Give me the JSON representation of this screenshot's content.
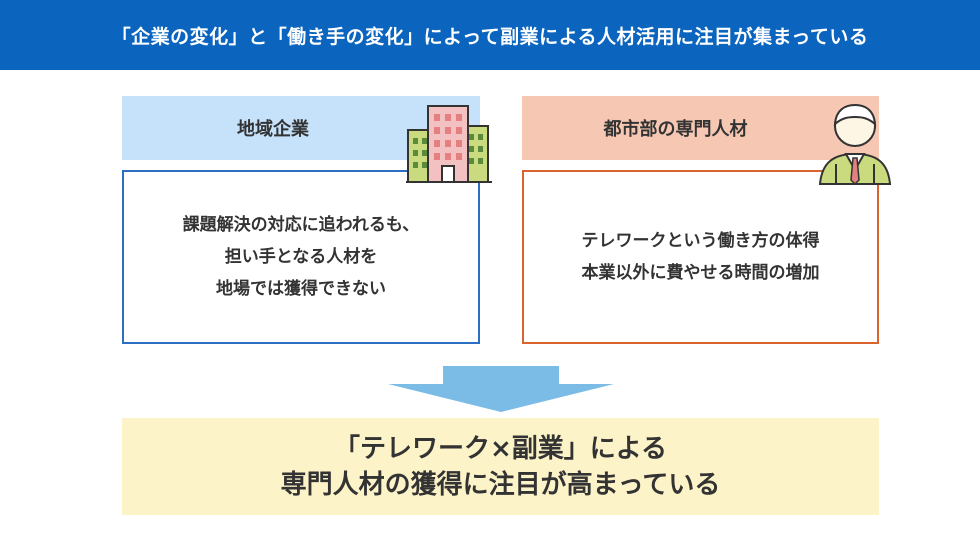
{
  "banner": {
    "title": "「企業の変化」と「働き手の変化」によって副業による人材活用に注目が集まっている"
  },
  "left_box": {
    "header": "地域企業",
    "icon": "office-building-icon",
    "lines": [
      "課題解決の対応に追われるも、",
      "担い手となる人材を",
      "地場では獲得できない"
    ]
  },
  "right_box": {
    "header": "都市部の専門人材",
    "icon": "businessman-icon",
    "lines": [
      "テレワークという働き方の体得",
      "本業以外に費やせる時間の増加"
    ]
  },
  "result": {
    "lines": [
      "「テレワーク×副業」による",
      "専門人材の獲得に注目が高まっている"
    ]
  },
  "colors": {
    "banner": "#0b65bf",
    "left_header": "#c6e2fb",
    "left_border": "#2a6fc0",
    "right_header": "#f6c8b3",
    "right_border": "#d9642e",
    "arrow": "#7bbce6",
    "result_bg": "#fdf3c8"
  }
}
